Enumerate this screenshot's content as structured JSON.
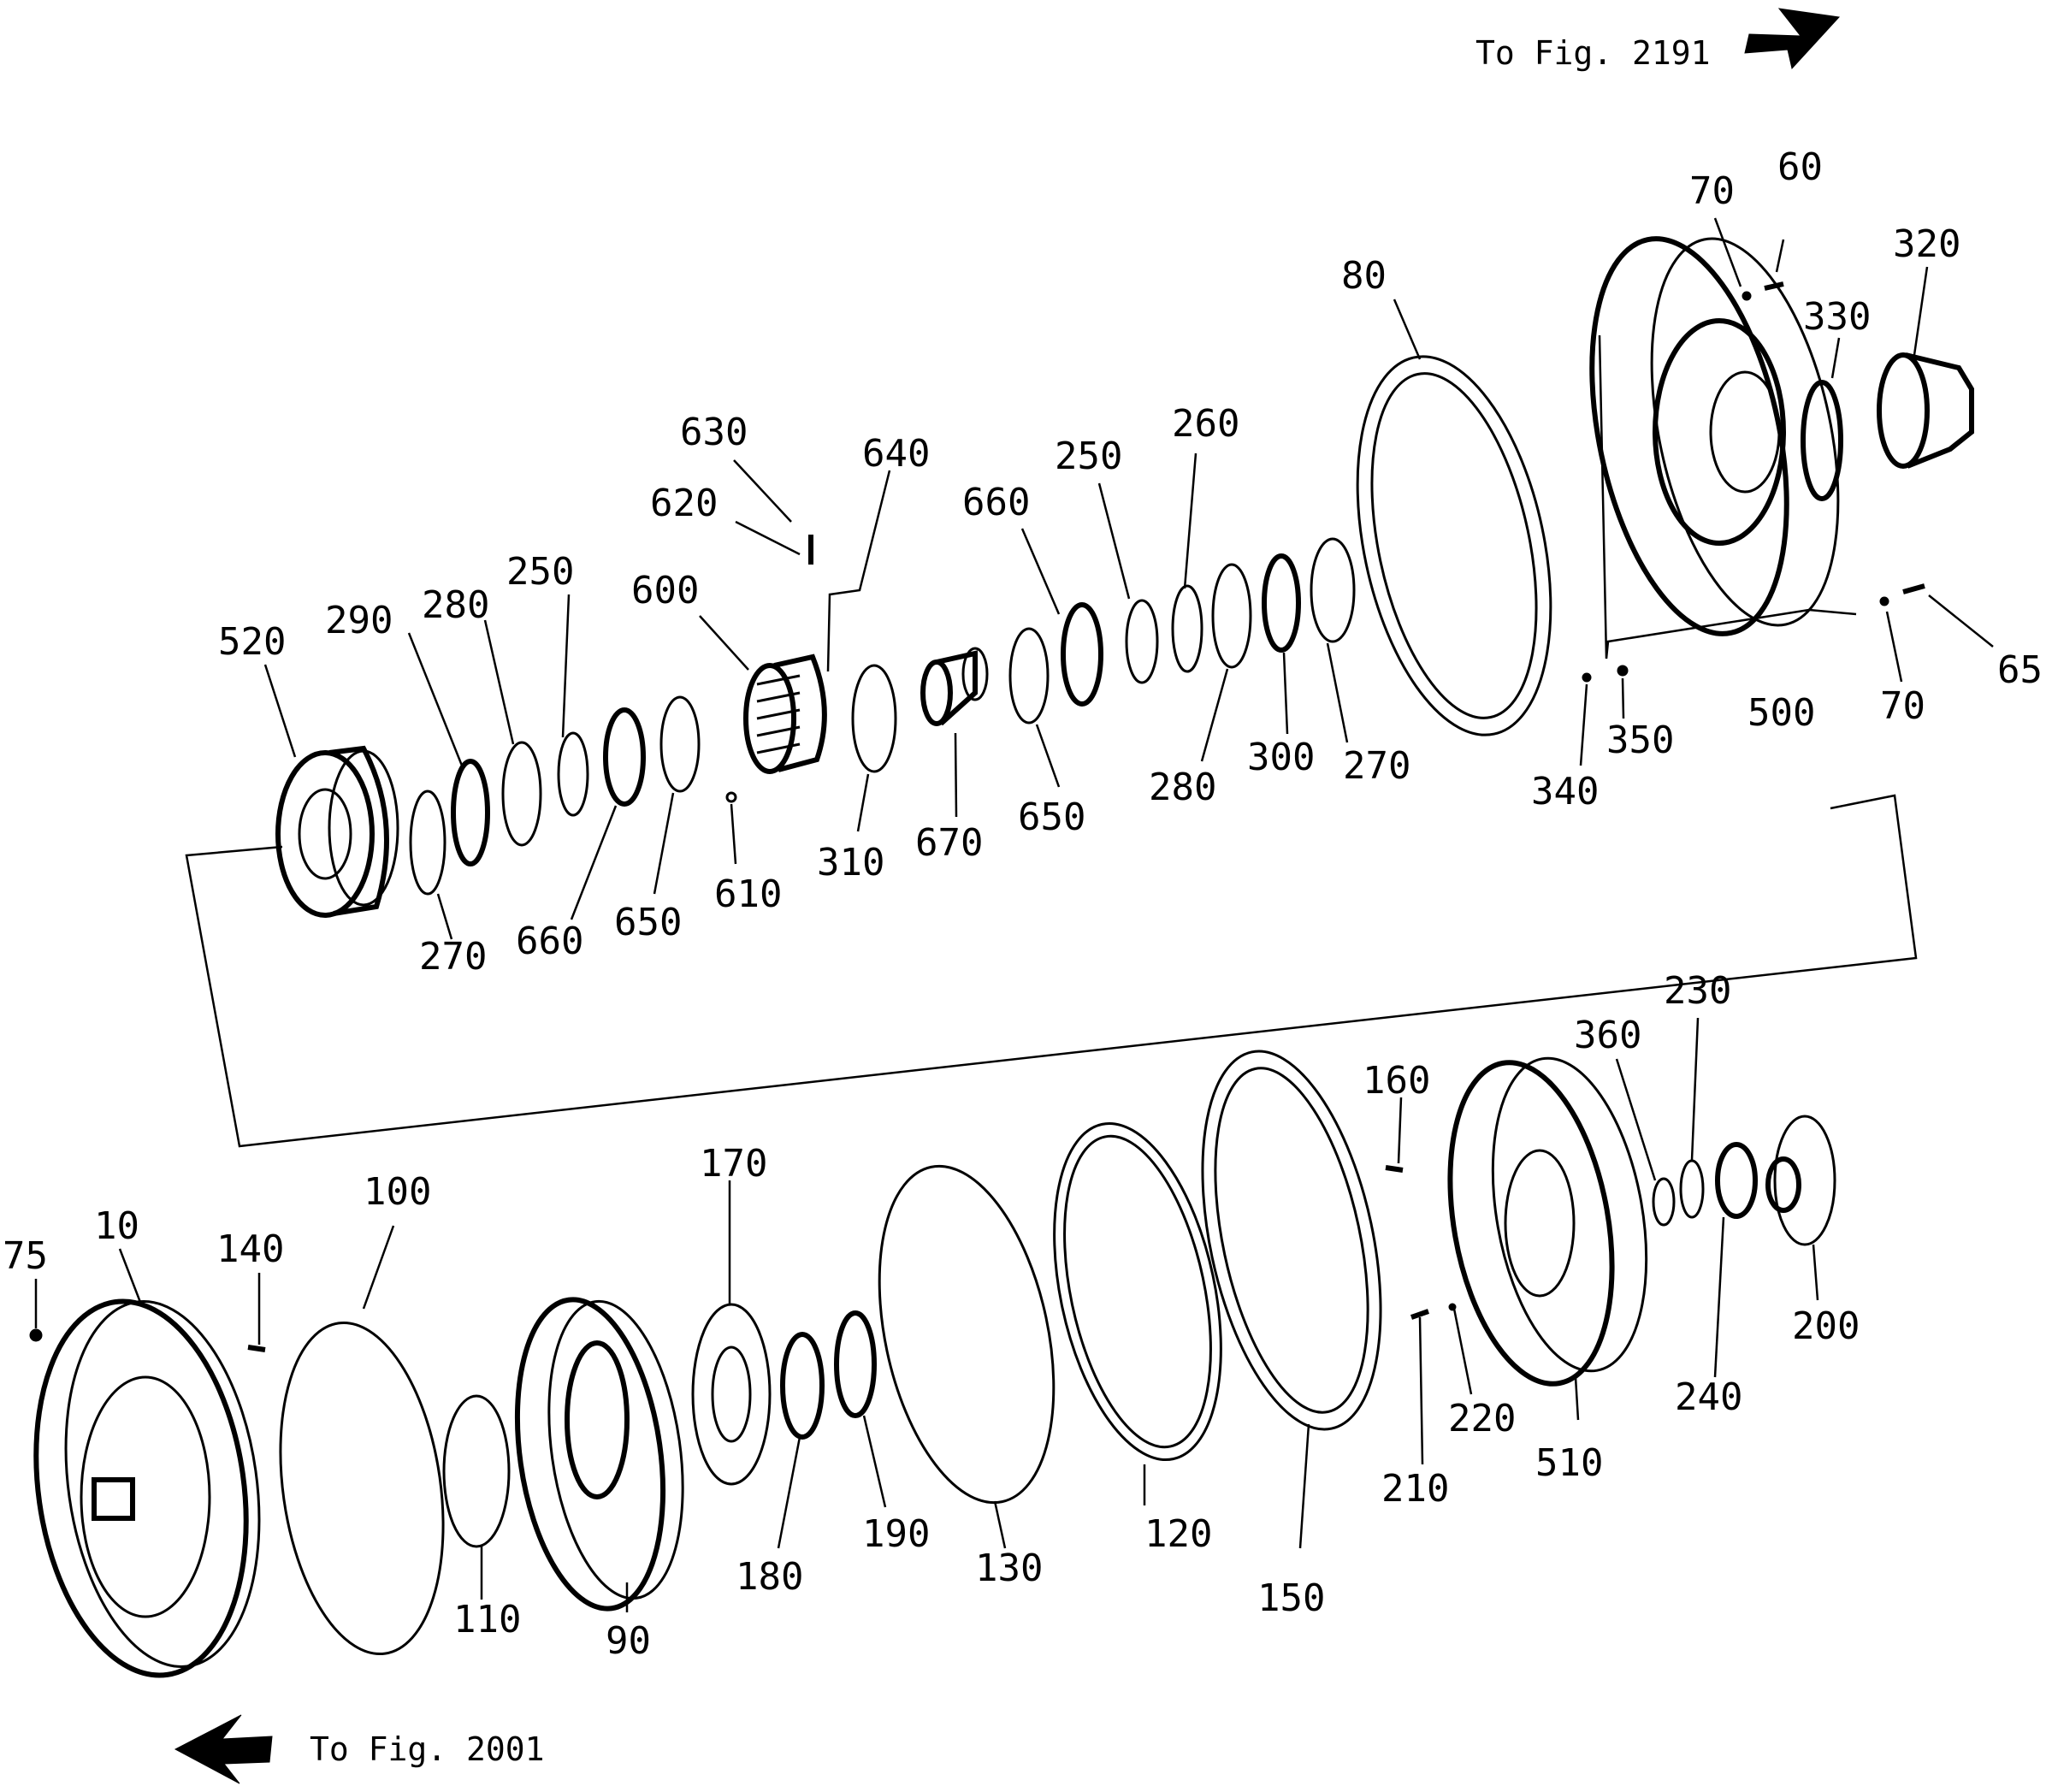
{
  "nav": {
    "top_ref": "To  Fig.  2191",
    "bottom_ref": "To  Fig.  2001"
  },
  "labels": {
    "l_60": "60",
    "l_70a": "70",
    "l_320": "320",
    "l_330": "330",
    "l_80": "80",
    "l_630": "630",
    "l_640": "640",
    "l_620": "620",
    "l_660a": "660",
    "l_250a": "250",
    "l_260": "260",
    "l_600": "600",
    "l_250b": "250",
    "l_290": "290",
    "l_280a": "280",
    "l_520": "520",
    "l_65": "65",
    "l_500": "500",
    "l_70b": "70",
    "l_350": "350",
    "l_340": "340",
    "l_270a": "270",
    "l_300": "300",
    "l_280b": "280",
    "l_650a": "650",
    "l_670": "670",
    "l_310": "310",
    "l_610": "610",
    "l_650b": "650",
    "l_660b": "660",
    "l_270b": "270",
    "l_230": "230",
    "l_360": "360",
    "l_160": "160",
    "l_170": "170",
    "l_100": "100",
    "l_10": "10",
    "l_140": "140",
    "l_75": "75",
    "l_200": "200",
    "l_240": "240",
    "l_510": "510",
    "l_220": "220",
    "l_210": "210",
    "l_150": "150",
    "l_120": "120",
    "l_130": "130",
    "l_190": "190",
    "l_180": "180",
    "l_110": "110",
    "l_90": "90"
  }
}
